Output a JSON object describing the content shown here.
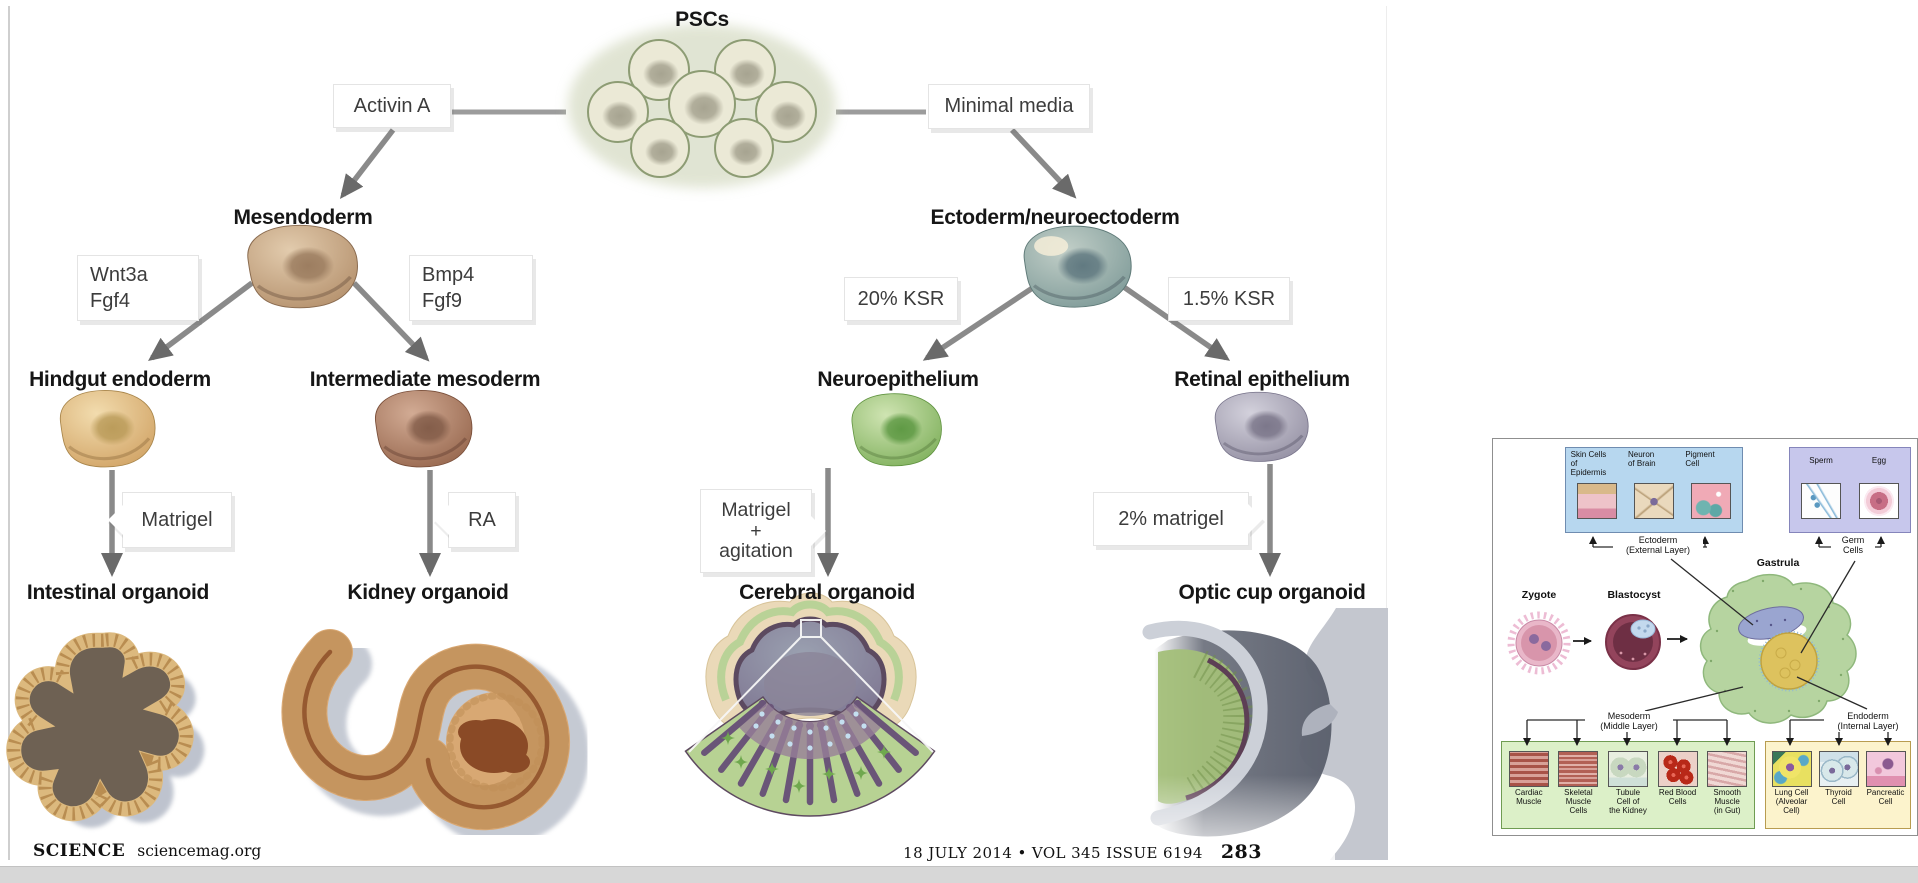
{
  "flow": {
    "root": "PSCs",
    "cond": {
      "activin": "Activin A",
      "minimal": "Minimal media",
      "wnt3a": "Wnt3a",
      "fgf4": "Fgf4",
      "bmp4": "Bmp4",
      "fgf9": "Fgf9",
      "ksr20": "20% KSR",
      "ksr15": "1.5% KSR",
      "matrigel": "Matrigel",
      "ra": "RA",
      "ma1": "Matrigel",
      "ma2": "+",
      "ma3": "agitation",
      "m2": "2% matrigel"
    },
    "nodes": {
      "mesendoderm": "Mesendoderm",
      "ectoderm": "Ectoderm/neuroectoderm",
      "hindgut": "Hindgut endoderm",
      "intermediate": "Intermediate mesoderm",
      "neuro": "Neuroepithelium",
      "retinal": "Retinal epithelium",
      "intestinal": "Intestinal organoid",
      "kidney": "Kidney organoid",
      "cerebral": "Cerebral organoid",
      "optic": "Optic cup organoid"
    }
  },
  "footer": {
    "journal": "SCIENCE",
    "site": "sciencemag.org",
    "issue": "18 JULY 2014 • VOL 345 ISSUE 6194",
    "page": "283"
  },
  "inset": {
    "ecto_box": [
      "Skin Cells\nof\nEpidermis",
      "Neuron\nof Brain",
      "Pigment\nCell"
    ],
    "germ_box": [
      "Sperm",
      "Egg"
    ],
    "ecto_label": "Ectoderm\n(External Layer)",
    "germ_label": "Germ\nCells",
    "stages": [
      "Zygote",
      "Blastocyst",
      "Gastrula"
    ],
    "meso_label": "Mesoderm\n(Middle Layer)",
    "meso_box": [
      "Cardiac\nMuscle",
      "Skeletal\nMuscle\nCells",
      "Tubule\nCell of\nthe Kidney",
      "Red Blood\nCells",
      "Smooth\nMuscle\n(in Gut)"
    ],
    "endo_label": "Endoderm\n(Internal Layer)",
    "endo_box": [
      "Lung Cell\n(Alveolar\nCell)",
      "Thyroid\nCell",
      "Pancreatic\nCell"
    ]
  },
  "colors": {
    "arrow": "#858585",
    "mesendoderm_cell": "#b4906c",
    "ectoderm_cell": "#7e9a98",
    "hindgut_cell": "#d1a365",
    "intermediate_cell": "#96664d",
    "neuroepithelium_cell": "#7fb05c",
    "retinal_cell": "#938fa2",
    "ecto_box_bg": "#b7d7ef",
    "germ_box_bg": "#c7c7ec",
    "meso_box_bg": "#dcf0c8",
    "endo_box_bg": "#fcf3cc"
  }
}
